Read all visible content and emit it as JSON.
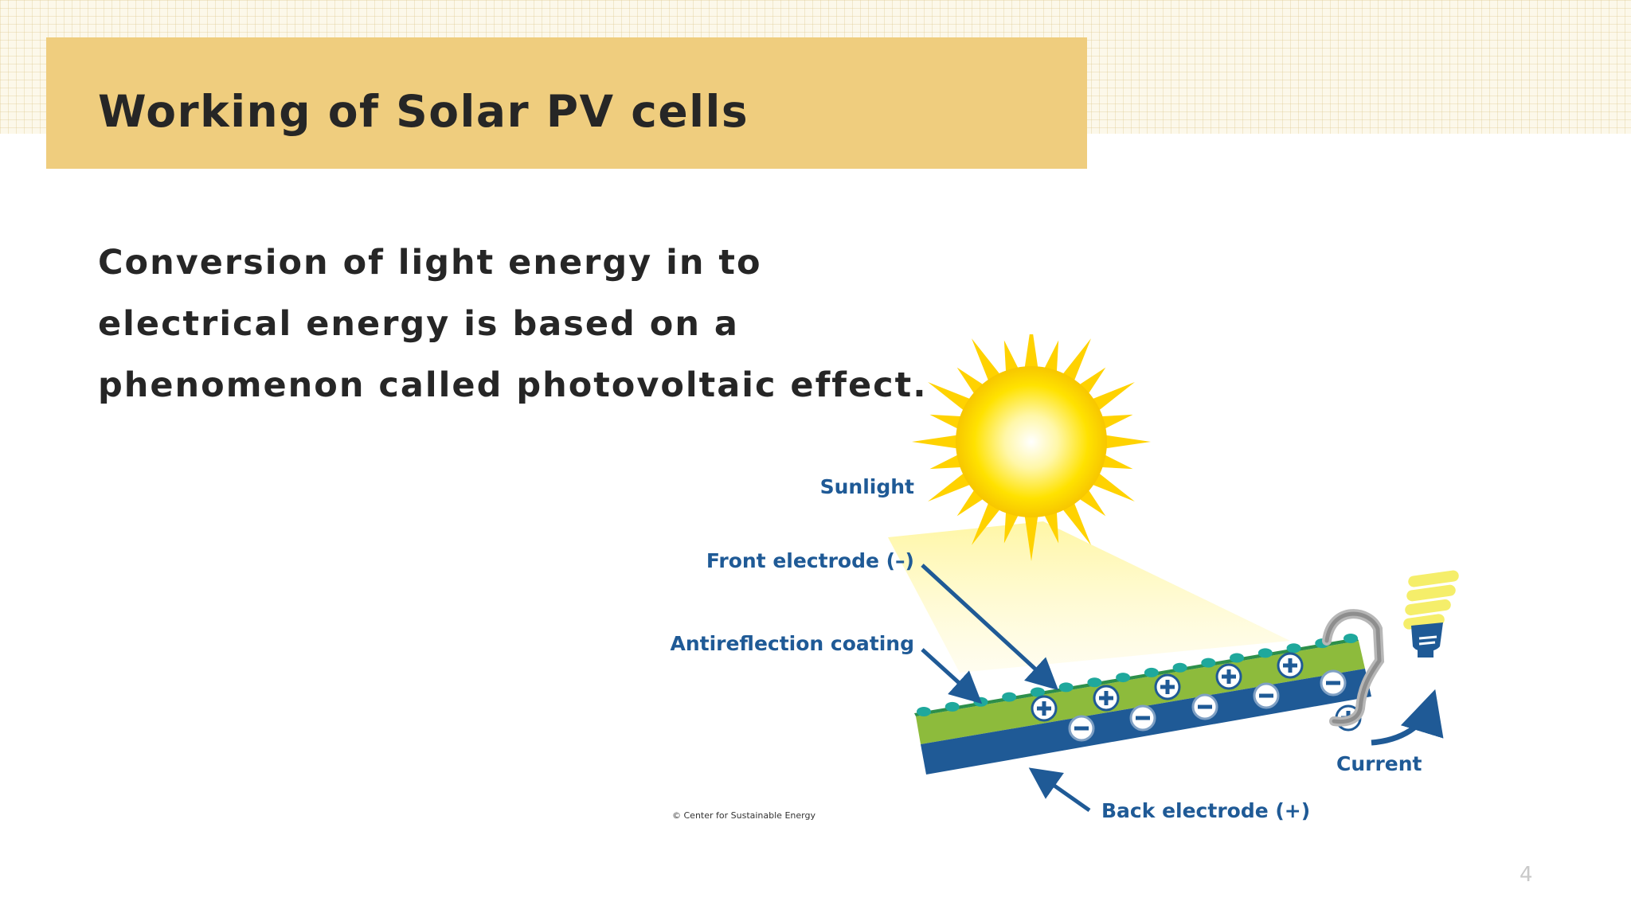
{
  "slide": {
    "title": "Working of Solar PV cells",
    "body": "Conversion of light energy in to electrical energy is based on a phenomenon called photovoltaic effect.",
    "page_number": "4"
  },
  "diagram": {
    "labels": {
      "sunlight": "Sunlight",
      "front_electrode": "Front electrode (–)",
      "antireflection": "Antireflection coating",
      "back_electrode": "Back electrode (+)",
      "current": "Current"
    },
    "credit": "© Center for Sustainable Energy",
    "colors": {
      "sun": "#ffd200",
      "n_layer": "#8dbb3c",
      "p_layer": "#1f5a96",
      "coating": "#1fa89c",
      "label": "#1f5a96",
      "title_bar": "#efcd7e"
    }
  }
}
